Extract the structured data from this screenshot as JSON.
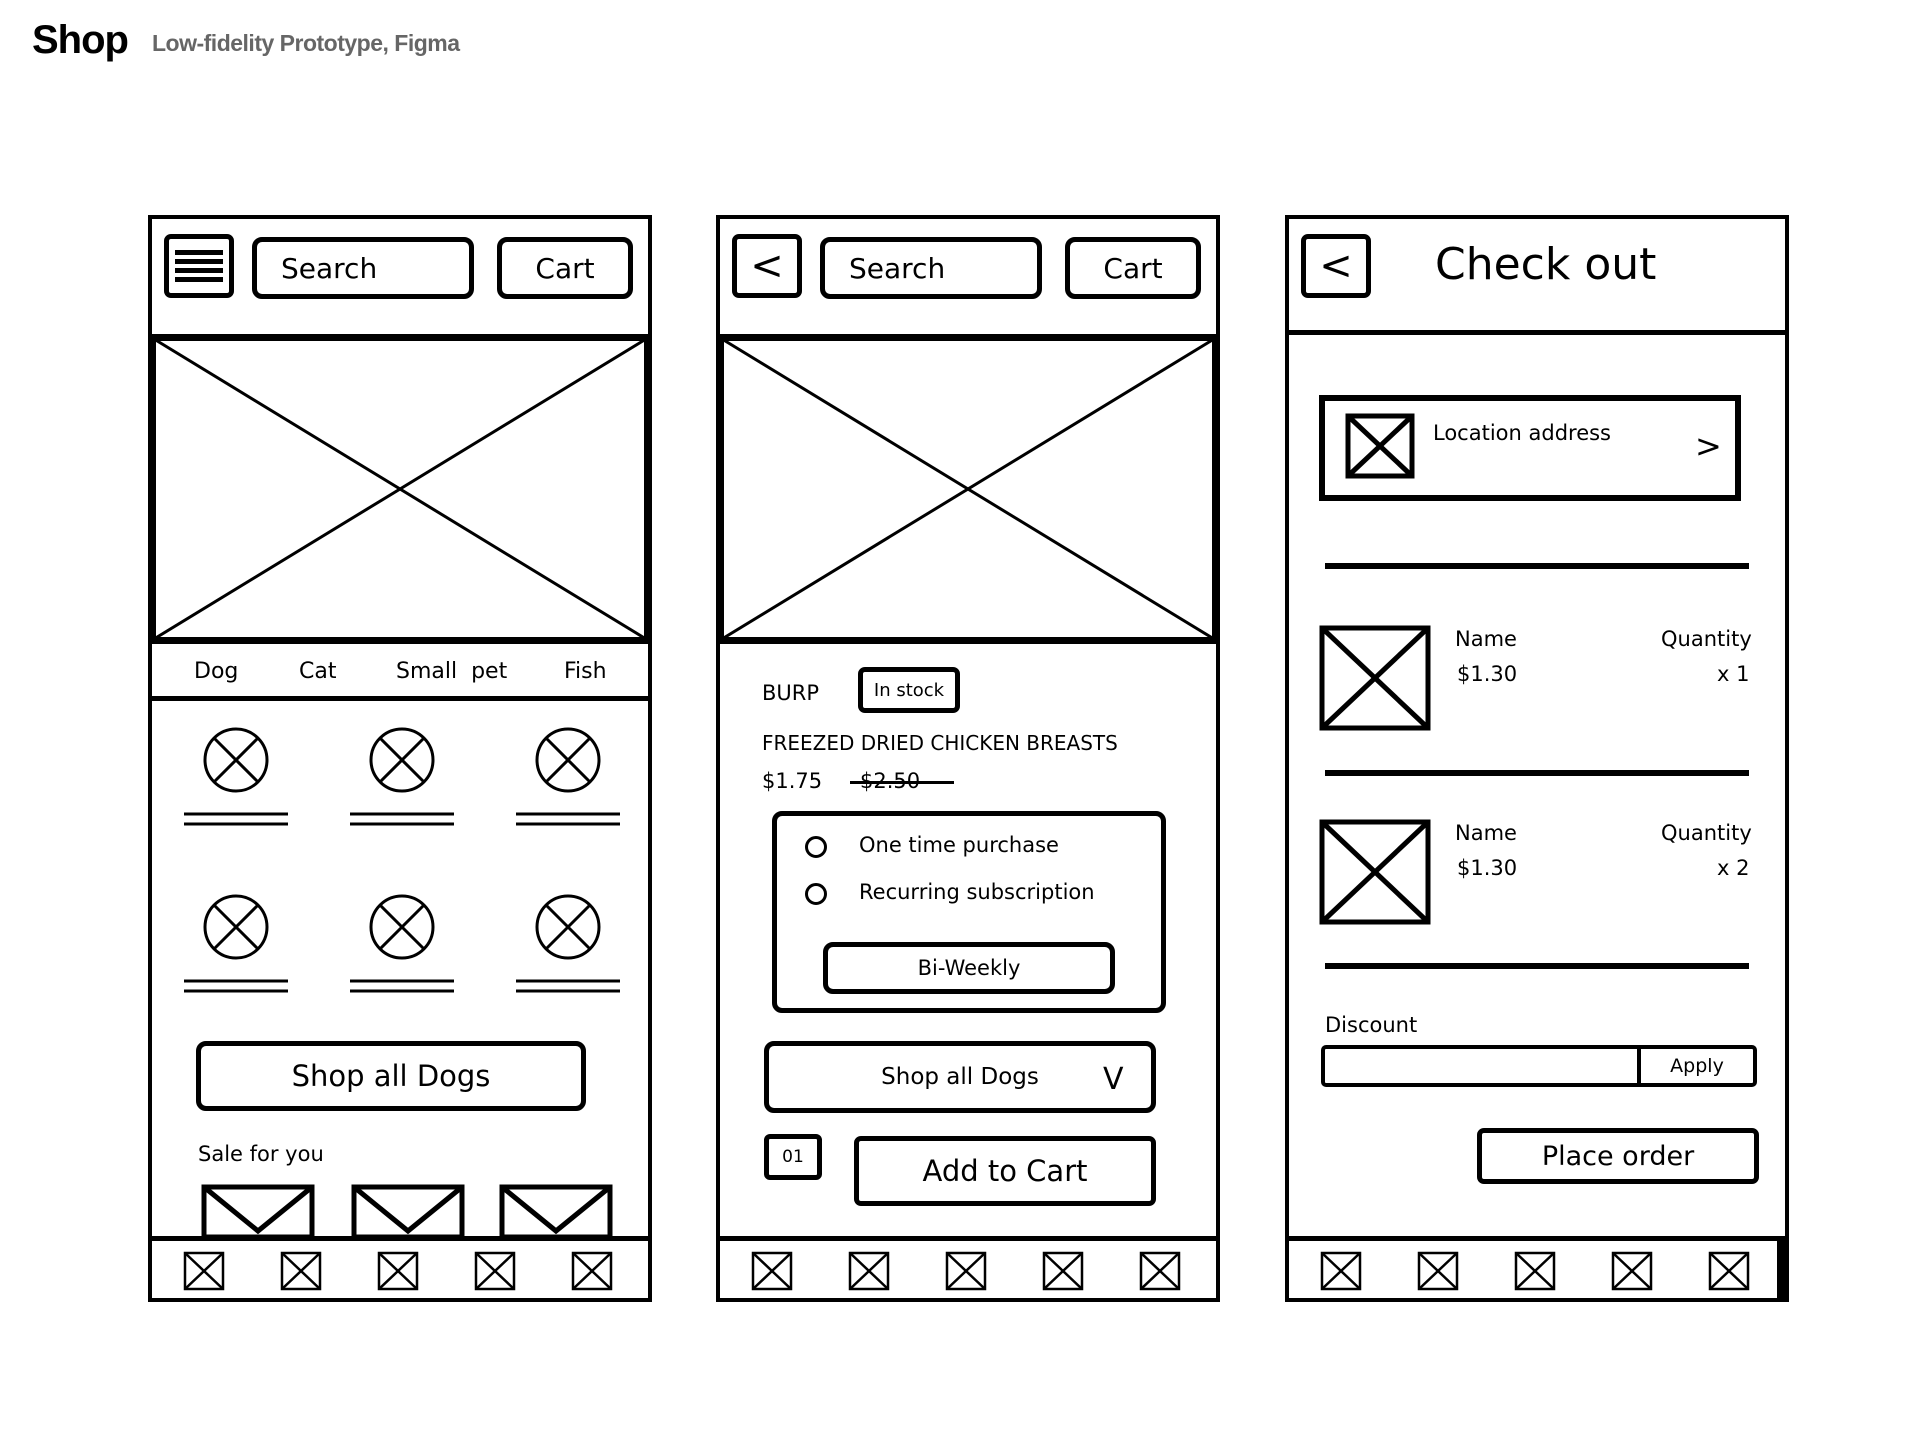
{
  "header": {
    "title": "Shop",
    "subtitle": "Low-fidelity Prototype, Figma"
  },
  "home": {
    "search_label": "Search",
    "cart_label": "Cart",
    "categories": [
      "Dog",
      "Cat",
      "Small  pet",
      "Fish"
    ],
    "shop_all_label": "Shop all Dogs",
    "sale_label": "Sale for you"
  },
  "product": {
    "back_label": "<",
    "search_label": "Search",
    "cart_label": "Cart",
    "brand": "BURP",
    "stock_badge": "In stock",
    "name": "FREEZED DRIED CHICKEN BREASTS",
    "price": "$1.75",
    "old_price": "$2.50",
    "purchase_options": [
      "One time purchase",
      "Recurring subscription"
    ],
    "frequency_label": "Bi-Weekly",
    "shop_all_label": "Shop all Dogs",
    "dropdown_glyph": "V",
    "quantity": "01",
    "add_to_cart_label": "Add to Cart"
  },
  "checkout": {
    "back_label": "<",
    "title": "Check out",
    "location_label": "Location address",
    "location_arrow": ">",
    "items": [
      {
        "name": "Name",
        "price": "$1.30",
        "quantity_label": "Quantity",
        "quantity": "x 1"
      },
      {
        "name": "Name",
        "price": "$1.30",
        "quantity_label": "Quantity",
        "quantity": "x 2"
      }
    ],
    "discount_label": "Discount",
    "apply_label": "Apply",
    "place_order_label": "Place order"
  },
  "bottom_nav_icons": [
    "placeholder-icon",
    "placeholder-icon",
    "placeholder-icon",
    "placeholder-icon",
    "placeholder-icon"
  ]
}
